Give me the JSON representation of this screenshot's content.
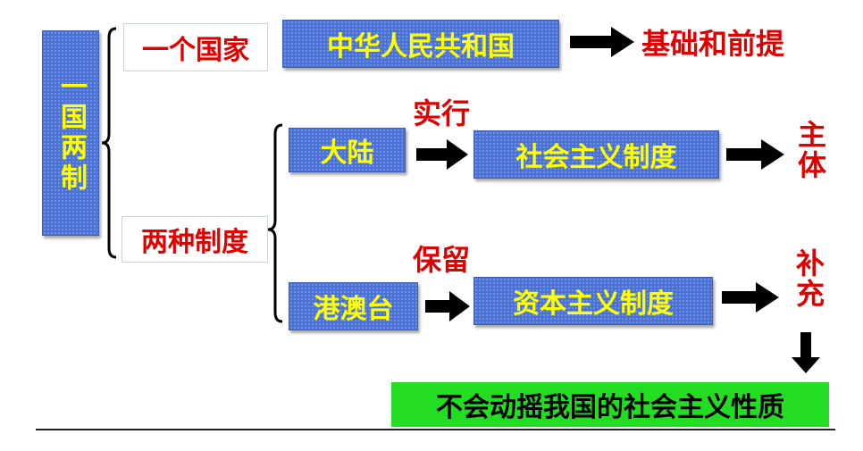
{
  "main_label": "一国两制",
  "one_country": "一个国家",
  "prc": "中华人民共和国",
  "foundation": "基础和前提",
  "two_systems": "两种制度",
  "mainland": "大陆",
  "implement": "实行",
  "socialist_system": "社会主义制度",
  "main_body": "主体",
  "hk_macao_taiwan": "港澳台",
  "retain": "保留",
  "capitalist_system": "资本主义制度",
  "supplement": "补充",
  "conclusion": "不会动摇我国的社会主义性质",
  "colors": {
    "blue_box": "#4a72d6",
    "yellow_text": "#ffff00",
    "red_text": "#e00000",
    "green_box": "#22dd22"
  }
}
